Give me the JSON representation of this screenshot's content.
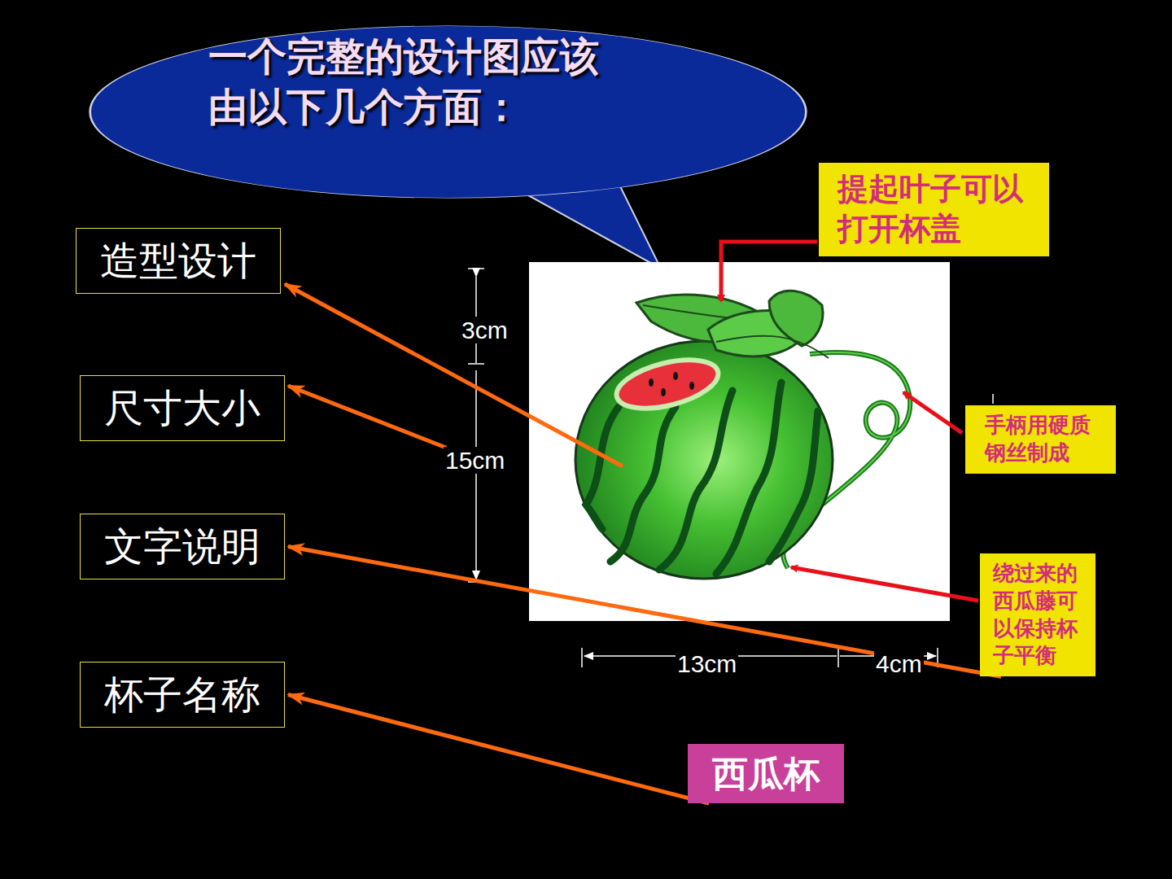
{
  "diagram": {
    "nodes": [
      {
        "text": [
          "一个完整的设计图应该 由以下几个方面："
        ]
      },
      {
        "text": [
          "造型设计"
        ]
      },
      {
        "text": [
          "尺寸大小"
        ]
      },
      {
        "text": [
          "文字说明"
        ]
      },
      {
        "text": [
          "杯子名称"
        ]
      },
      {
        "text": [
          "提起叶子可以 打开杯盖"
        ]
      },
      {
        "text": [
          "手柄用硬质 钢丝制成"
        ]
      },
      {
        "text": [
          "绕过来的 西瓜藤可 以保持杯 子平衡"
        ]
      },
      {
        "text": [
          "西瓜杯"
        ]
      }
    ],
    "edges": [
      {
        "from": 7,
        "to": 3,
        "arrow": "to"
      },
      {
        "from": 8,
        "to": 4,
        "arrow": "to"
      }
    ],
    "labels": [
      "3cm",
      "15cm",
      "13cm",
      "4cm"
    ]
  }
}
